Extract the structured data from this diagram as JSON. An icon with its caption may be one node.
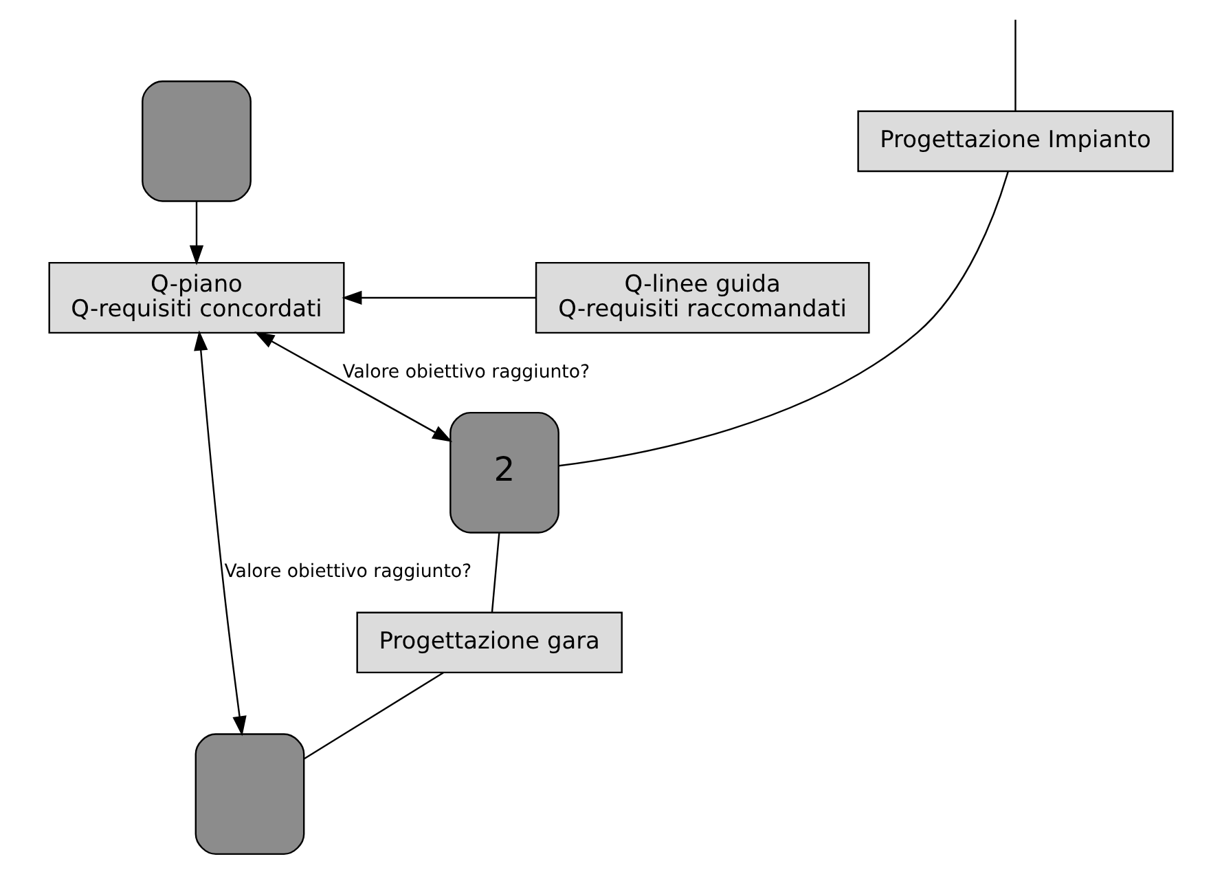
{
  "diagram": {
    "nodes": [
      {
        "text": [],
        "shape": "box"
      },
      {
        "text": [
          "Q-linee guida",
          "Q-requisiti raccomandati"
        ]
      },
      {
        "text": [
          "Q-piano",
          "Q-requisiti concordati"
        ]
      },
      {
        "text": [
          "Progettazione Impianto"
        ]
      },
      {
        "text": [
          "2"
        ]
      },
      {
        "text": [
          "Progettazione gara"
        ]
      },
      {
        "text": [],
        "shape": "box"
      }
    ],
    "edges": [
      {
        "from": 0,
        "to": 2,
        "arrow": "to"
      },
      {
        "from": 1,
        "to": 2,
        "arrow": "to"
      },
      {
        "from": null,
        "to": 3,
        "arrow": "none"
      },
      {
        "from": 3,
        "to": 4,
        "arrow": "none"
      },
      {
        "from": 2,
        "to": 4,
        "arrow": "both",
        "label": "Valore obiettivo raggiunto?"
      },
      {
        "from": 4,
        "to": 5,
        "arrow": "none"
      },
      {
        "from": 5,
        "to": 6,
        "arrow": "none"
      },
      {
        "from": 2,
        "to": 6,
        "arrow": "both",
        "label": "Valore obiettivo raggiunto?"
      }
    ]
  }
}
